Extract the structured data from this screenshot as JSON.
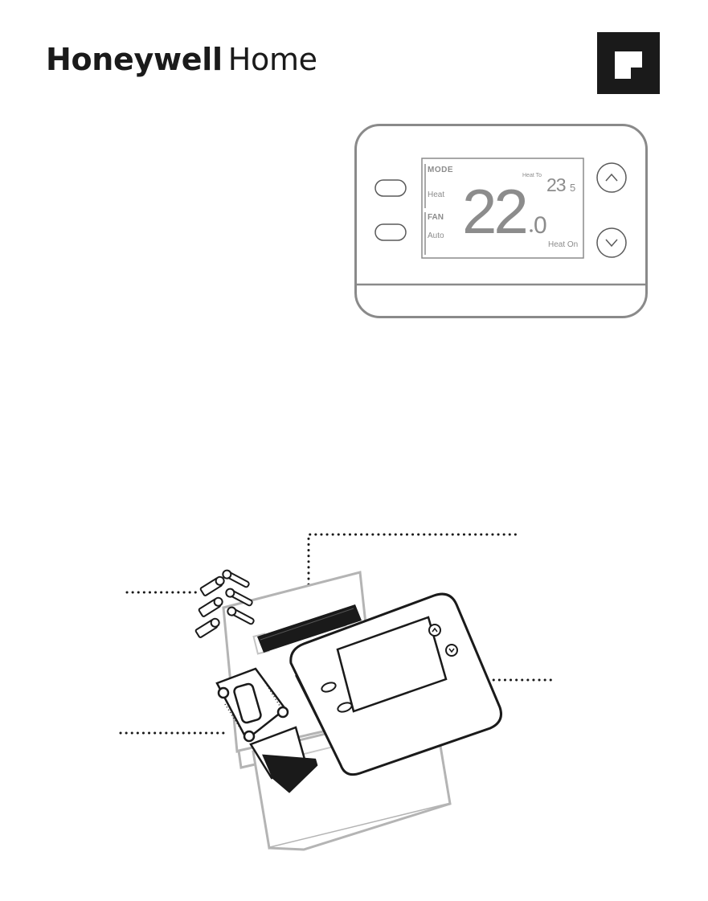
{
  "brand": {
    "name_bold": "Honeywell",
    "name_light": "Home"
  },
  "lcd": {
    "mode_label": "MODE",
    "mode_value": "Heat",
    "fan_label": "FAN",
    "fan_value": "Auto",
    "heat_to_label": "Heat To",
    "setpoint_main": "23",
    "setpoint_decimal": "5",
    "temp_main": "22",
    "temp_decimal": "0",
    "status": "Heat On"
  },
  "icons": {
    "logo": "resideo-logo-icon",
    "up": "chevron-up-icon",
    "down": "chevron-down-icon"
  },
  "colors": {
    "ink": "#1a1a1a",
    "lcd_gray": "#8c8c8c",
    "line_gray": "#9a9a9a"
  }
}
